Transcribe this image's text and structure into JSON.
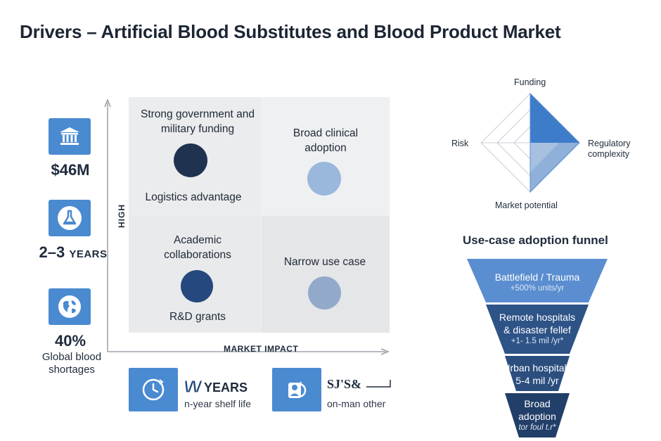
{
  "title": "Drivers – Artificial Blood Substitutes and Blood Product Market",
  "colors": {
    "accent": "#4a8ad0",
    "dark_navy": "#1f3250",
    "navy": "#25487e",
    "light_blue": "#9ab8dc",
    "slate_blue": "#93a9ca",
    "funnel_top": "#5a8ed0",
    "funnel_dark": "#1f3a63"
  },
  "stats": [
    {
      "icon": "bank-icon",
      "value": "$46M",
      "value_small": "",
      "caption": ""
    },
    {
      "icon": "flask-icon",
      "value": "2–3",
      "value_small": "YEARS",
      "caption": ""
    },
    {
      "icon": "globe-icon",
      "value": "40%",
      "value_small": "",
      "caption": "Global blood shortages"
    }
  ],
  "matrix": {
    "y_axis_label": "HIGH",
    "x_axis_label": "MARKET IMPACT",
    "quadrants": [
      {
        "top_text": "Strong government and military funding",
        "bottom_text": "Logistics advantage",
        "dot_color": "#1f3250"
      },
      {
        "top_text": "Broad clinical adoption",
        "bottom_text": "",
        "dot_color": "#9ab8dc"
      },
      {
        "top_text": "Academic collaborations",
        "bottom_text": "R&D grants",
        "dot_color": "#25487e"
      },
      {
        "top_text": "Narrow use case",
        "bottom_text": "",
        "dot_color": "#93a9ca"
      }
    ]
  },
  "bottom_cards": [
    {
      "icon": "clock-icon",
      "heading_glyph": "\\/\\/",
      "heading": "YEARS",
      "subtitle": "n-year shelf life"
    },
    {
      "icon": "user-refresh-icon",
      "heading": "SJ'S&",
      "subtitle": "on-man other"
    }
  ],
  "radar": {
    "axes": [
      "Funding",
      "Regulatory complexity",
      "Market potential",
      "Risk"
    ],
    "labels": {
      "top": "Funding",
      "right_line1": "Regulatory",
      "right_line2": "complexity",
      "bottom": "Market potential",
      "left": "Risk"
    }
  },
  "funnel": {
    "title": "Use-case adoption funnel",
    "stages": [
      {
        "main": "Battlefield / Trauma",
        "main2": "",
        "sub": "+500% units/yr",
        "color": "#5a8ed0"
      },
      {
        "main": "Remote hospitals",
        "main2": "& disaster fellef",
        "sub": "+1- 1.5 mil /yr*",
        "color": "#2e5387"
      },
      {
        "main": "Urban hospitals",
        "main2": "5-4 mil /yr",
        "sub": "",
        "color": "#2b4e7f"
      },
      {
        "main": "Broad",
        "main2": "adoption",
        "sub": "tor foul t.r*",
        "color": "#213f68"
      }
    ]
  }
}
